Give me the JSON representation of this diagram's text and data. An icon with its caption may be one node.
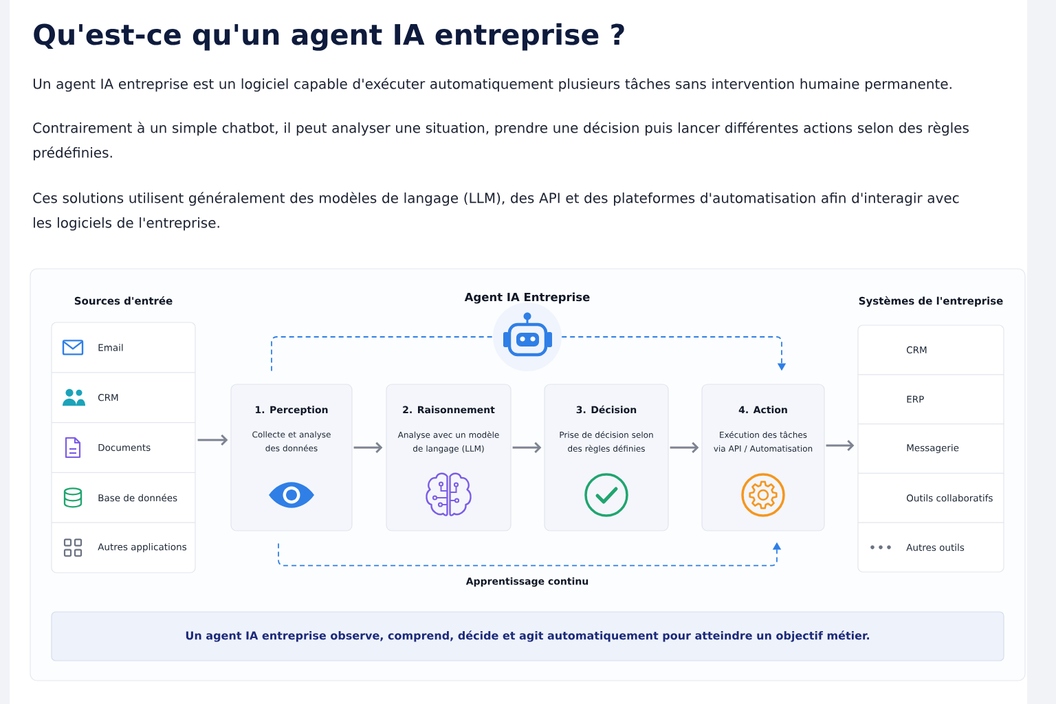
{
  "diagram": {
    "title": "Qu'est-ce qu'un agent IA entreprise ?",
    "nodes": [
      {
        "text": [
          "Sources d'entrée"
        ]
      },
      {
        "text": [
          "Email"
        ],
        "in": 0
      },
      {
        "text": [
          "CRM"
        ],
        "in": 0
      },
      {
        "text": [
          "Documents"
        ],
        "in": 0
      },
      {
        "text": [
          "Base de données"
        ],
        "in": 0
      },
      {
        "text": [
          "Autres applications"
        ],
        "in": 0
      },
      {
        "text": [],
        "shape": "picture"
      },
      {
        "text": [
          "1. Perception",
          "Collecte et analyse des données"
        ]
      },
      {
        "text": [
          "2. Raisonnement",
          "Analyse avec un modèle de langage (LLM)"
        ]
      },
      {
        "text": [
          "3. Décision",
          "Prise de décision selon des règles définies"
        ]
      },
      {
        "text": [
          "4. Action",
          "Exécution des tâches via API / Automatisation"
        ]
      },
      {
        "text": [
          "Systèmes de l'entreprise"
        ]
      },
      {
        "text": [
          "CRM"
        ],
        "in": 11
      },
      {
        "text": [
          "ERP"
        ],
        "in": 11
      },
      {
        "text": [
          "Messagerie"
        ],
        "in": 11
      },
      {
        "text": [
          "Outils collaboratifs"
        ],
        "in": 11
      },
      {
        "text": [
          "Autres outils"
        ],
        "in": 11
      },
      {
        "text": [
          "Un agent IA entreprise observe, comprend, décide et agit automatiquement pour atteindre un objectif métier."
        ]
      }
    ],
    "edges": [
      {
        "from": 0,
        "to": 7,
        "arrow": "to"
      },
      {
        "from": 7,
        "to": 8,
        "arrow": "to"
      },
      {
        "from": 8,
        "to": 9,
        "arrow": "to"
      },
      {
        "from": 9,
        "to": 10,
        "arrow": "to"
      },
      {
        "from": 10,
        "to": 11,
        "arrow": "to"
      },
      {
        "from": 7,
        "to": 6,
        "arrow": "none",
        "style": "dashed",
        "color": "#2f7fe6"
      },
      {
        "from": 6,
        "to": 10,
        "arrow": "to",
        "style": "dashed",
        "color": "#2f7fe6"
      },
      {
        "from": 7,
        "to": 10,
        "arrow": "to",
        "label": "Apprentissage continu",
        "style": "dashed",
        "color": "#2f7fe6"
      }
    ],
    "labels": [
      "Un agent IA entreprise est un logiciel capable d'exécuter automatiquement plusieurs tâches sans intervention humaine permanente.",
      "Contrairement à un simple chatbot, il peut analyser une situation, prendre une décision puis lancer différentes actions selon des règles prédéfinies.",
      "Ces solutions utilisent généralement des modèles de langage (LLM), des API et des plateformes d'automatisation afin d'interagir avec les logiciels de l'entreprise.",
      "Agent IA Entreprise"
    ]
  }
}
